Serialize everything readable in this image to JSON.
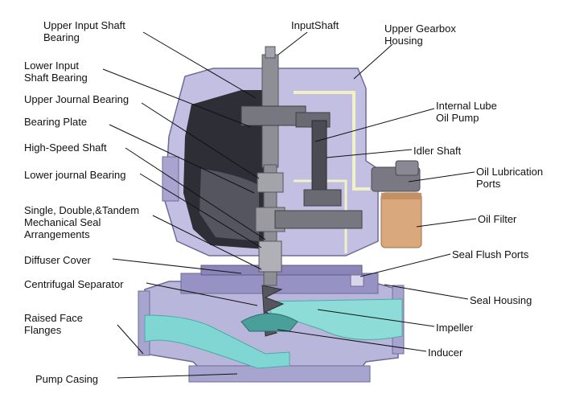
{
  "labels": {
    "upper_input_shaft_bearing": "Upper Input Shaft\nBearing",
    "lower_input_shaft_bearing": "Lower Input\nShaft Bearing",
    "upper_journal_bearing": "Upper Journal Bearing",
    "bearing_plate": "Bearing Plate",
    "high_speed_shaft": "High-Speed Shaft",
    "lower_journal_bearing": "Lower journal Bearing",
    "mechanical_seal": "Single, Double,&Tandem\nMechanical Seal\nArrangements",
    "diffuser_cover": "Diffuser Cover",
    "centrifugal_separator": "Centrifugal Separator",
    "raised_face_flanges": "Raised Face\nFlanges",
    "pump_casing": "Pump Casing",
    "input_shaft": "InputShaft",
    "upper_gearbox_housing": "Upper Gearbox\nHousing",
    "internal_lube_oil_pump": "Internal Lube\nOil Pump",
    "idler_shaft": "Idler Shaft",
    "oil_lubrication_ports": "Oil Lubrication\nPorts",
    "oil_filter": "Oil Filter",
    "seal_flush_ports": "Seal Flush Ports",
    "seal_housing": "Seal Housing",
    "impeller": "Impeller",
    "inducer": "Inducer"
  },
  "colors": {
    "housing": "#b9b6dc",
    "housing_dark": "#7d79a8",
    "interior": "#2e2e36",
    "metal": "#9a9aa0",
    "fluid": "#7fd6d2",
    "filter": "#d9a87c",
    "leader": "#111111"
  }
}
